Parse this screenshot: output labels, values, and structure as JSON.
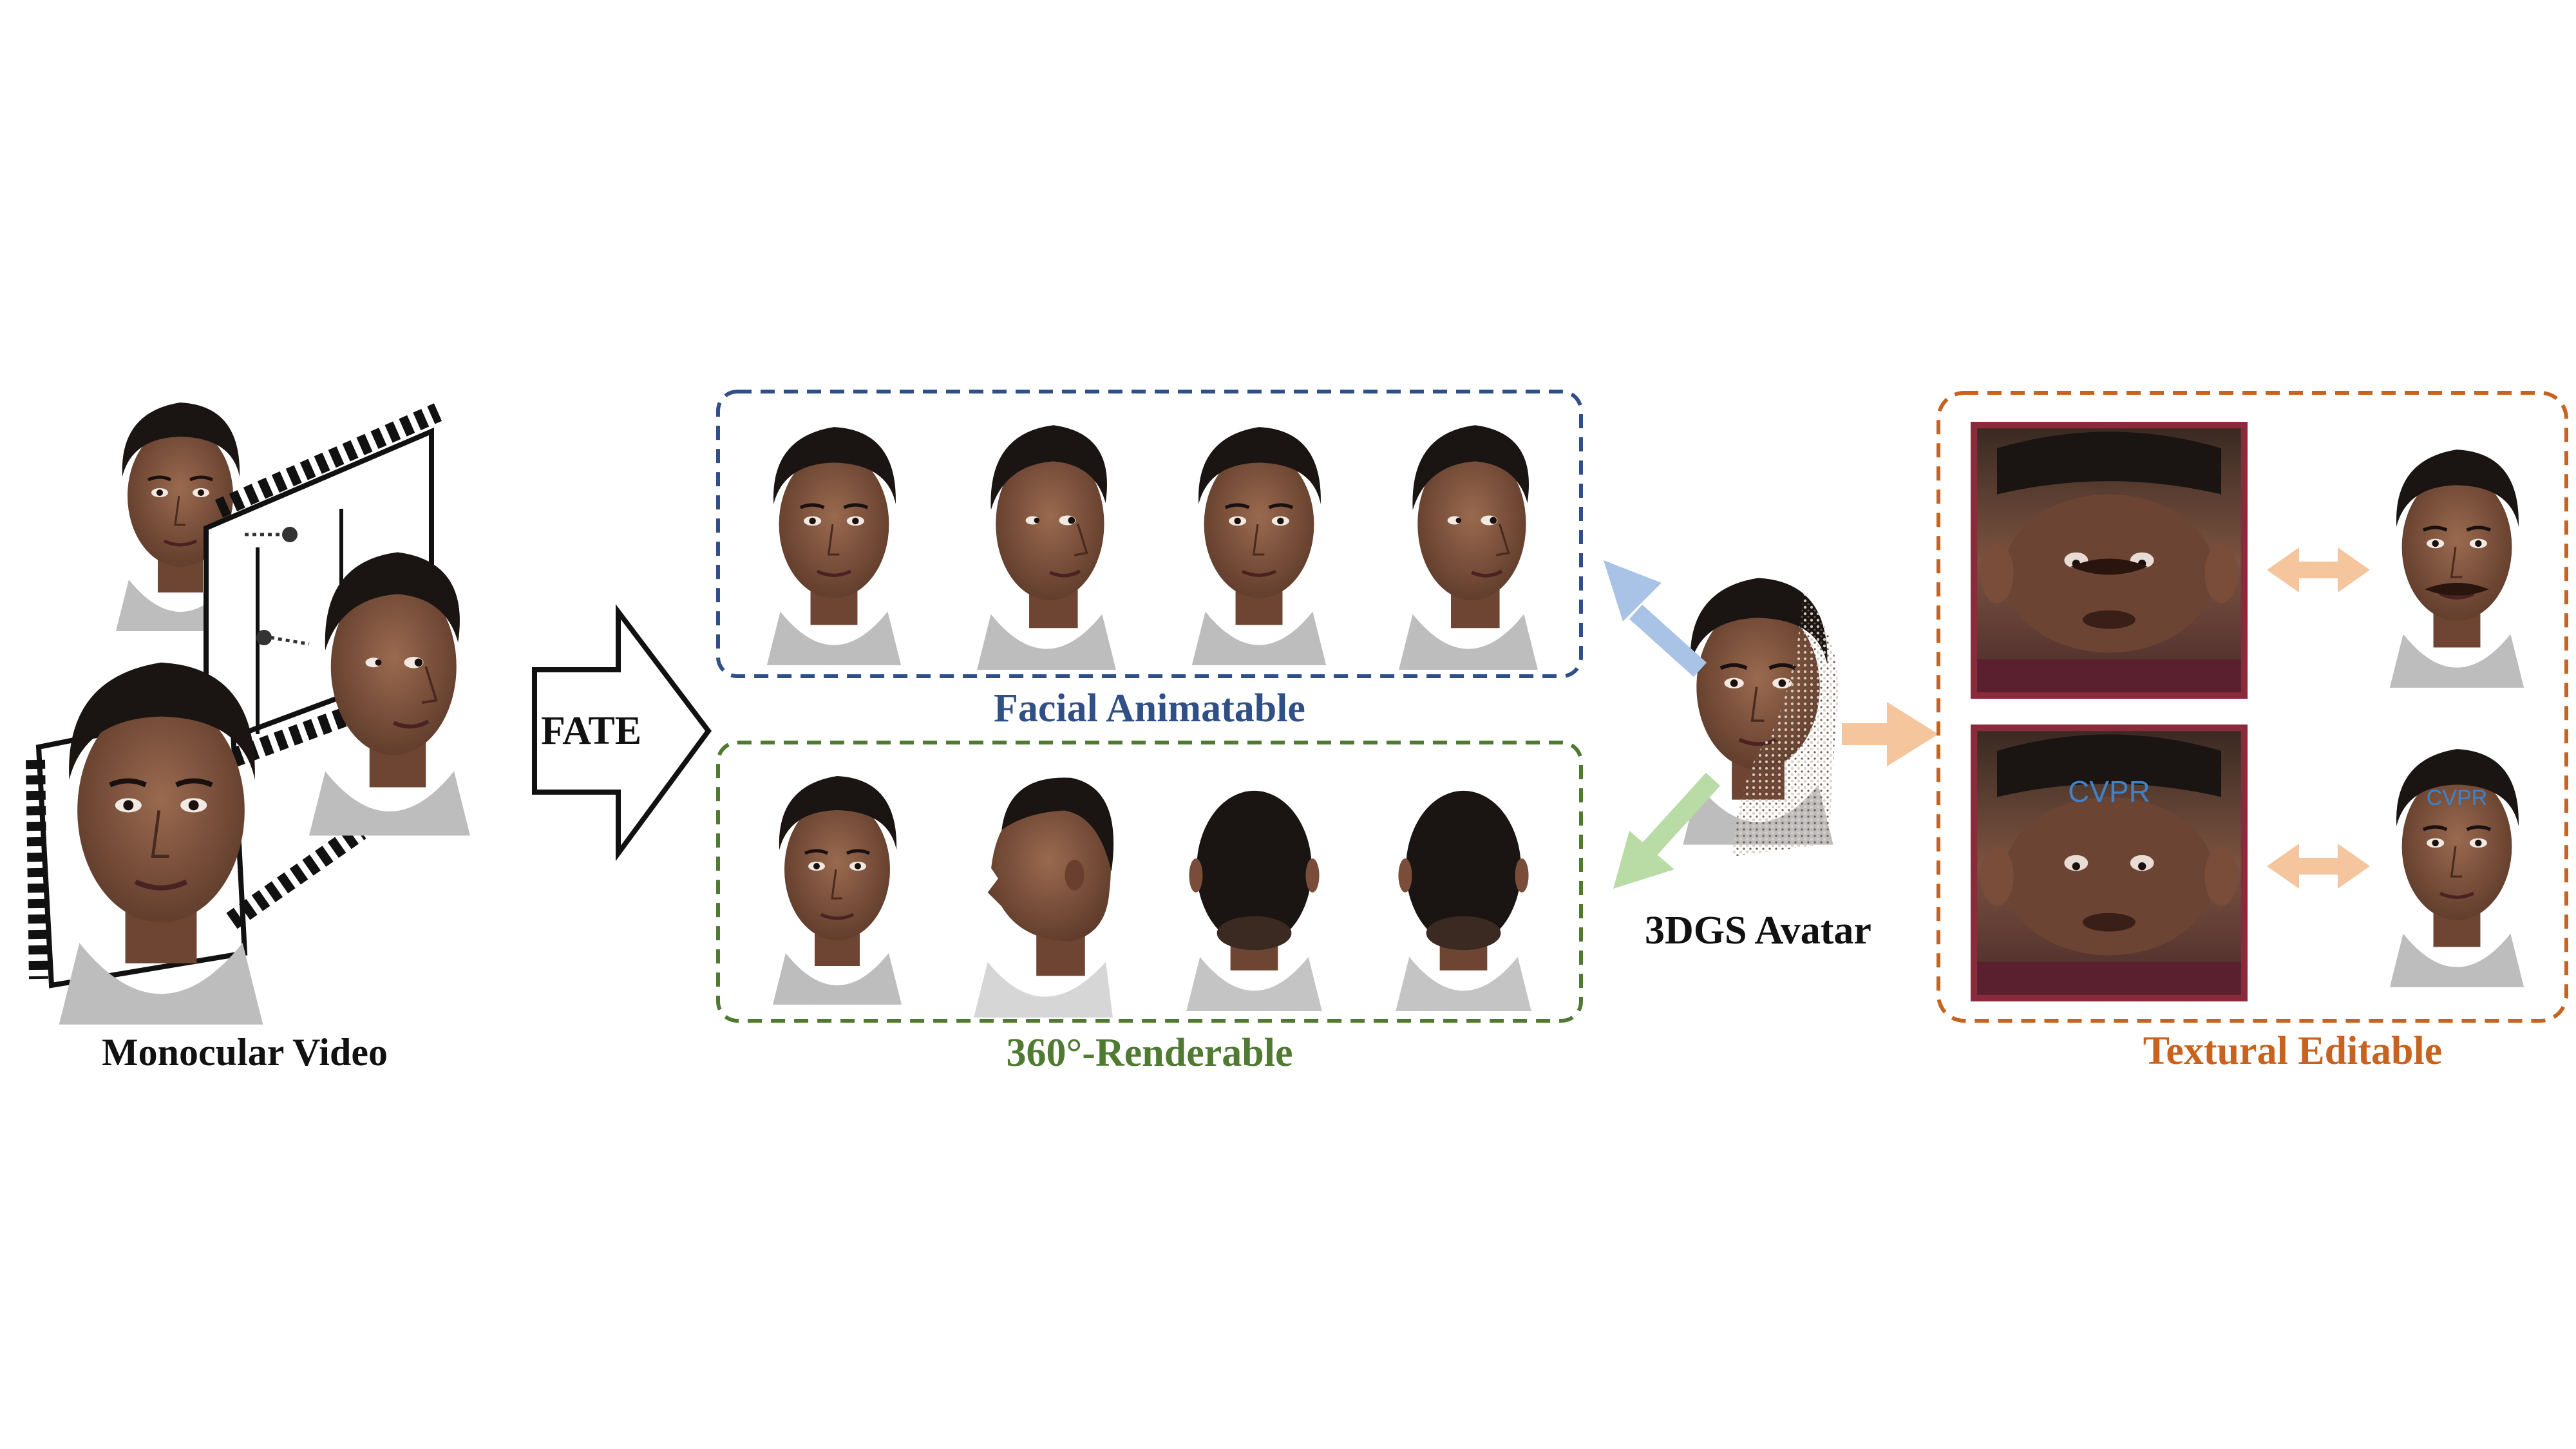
{
  "labels": {
    "monocular_video": "Monocular Video",
    "fate": "FATE",
    "facial_animatable": "Facial Animatable",
    "renderable_360": "360°-Renderable",
    "avatar_3dgs": "3DGS Avatar",
    "textural_editable": "Textural Editable",
    "texture_text": "CVPR"
  },
  "colors": {
    "facial_box": "#2f4f86",
    "renderable_box": "#4f7a32",
    "textural_box": "#c8621f",
    "arrow_blue": "#a9c3e6",
    "arrow_green": "#b9dca6",
    "arrow_orange": "#f5c59d",
    "hair": "#1a1512",
    "skin": "#8a5a43",
    "skin_dark": "#5e3a2a",
    "shirt": "#bfbfbf",
    "texture_bg": "#6b4434",
    "texture_edge": "#8a2a3a",
    "cvpr_text": "#3f82c8"
  },
  "icons": [
    "film-strip-icon",
    "hollow-arrow-icon",
    "double-arrow-icon"
  ]
}
